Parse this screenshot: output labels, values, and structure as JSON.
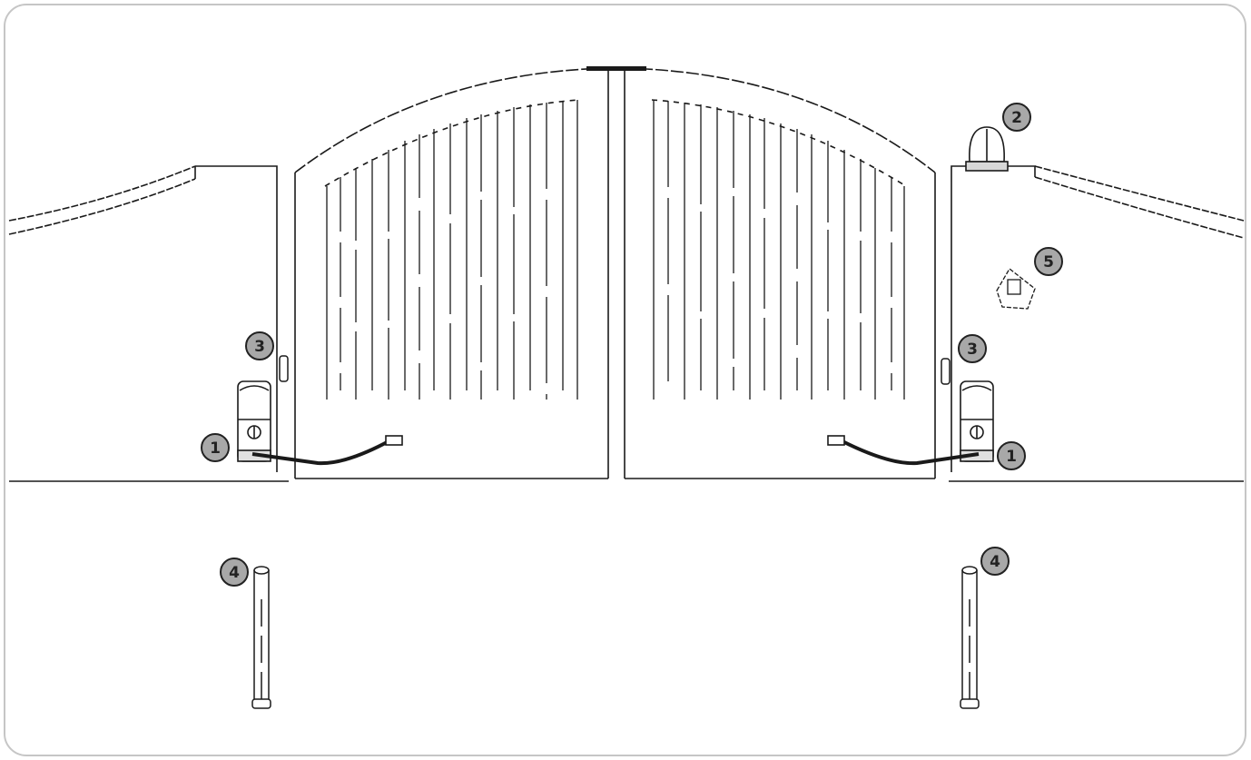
{
  "diagram": {
    "frame_border_color": "#c6c6c6",
    "line_color": "#1a1a1a",
    "callout_fill": "#a8a8a8",
    "callouts": [
      {
        "id": "motor-left",
        "label": "1"
      },
      {
        "id": "motor-right",
        "label": "1"
      },
      {
        "id": "flashing-light",
        "label": "2"
      },
      {
        "id": "photocell-left",
        "label": "3"
      },
      {
        "id": "photocell-right",
        "label": "3"
      },
      {
        "id": "post-left",
        "label": "4"
      },
      {
        "id": "post-right",
        "label": "4"
      },
      {
        "id": "key-selector",
        "label": "5"
      }
    ]
  }
}
